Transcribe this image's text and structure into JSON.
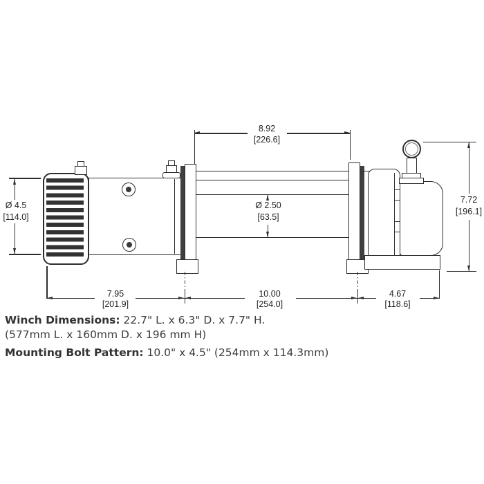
{
  "colors": {
    "background": "#ffffff",
    "line_art": "#2d2d2d",
    "dimension_text": "#222222",
    "note_text": "#3d3d3d"
  },
  "dims": {
    "drum_width": {
      "in": "8.92",
      "mm": "[226.6]"
    },
    "motor_diameter": {
      "in": "Ø 4.5",
      "mm": "[114.0]"
    },
    "drum_diameter": {
      "in": "Ø 2.50",
      "mm": "[63.5]"
    },
    "overall_height": {
      "in": "7.72",
      "mm": "[196.1]"
    },
    "motor_length": {
      "in": "7.95",
      "mm": "[201.9]"
    },
    "bolt_spacing": {
      "in": "10.00",
      "mm": "[254.0]"
    },
    "gear_length": {
      "in": "4.67",
      "mm": "[118.6]"
    }
  },
  "notes": {
    "winch_dims_label": "Winch Dimensions:",
    "winch_dims_imperial": " 22.7\" L. x 6.3\" D. x 7.7\" H.",
    "winch_dims_metric": "(577mm L. x 160mm D. x 196 mm H)",
    "bolt_pattern_label": "Mounting Bolt Pattern:",
    "bolt_pattern_value": " 10.0\" x 4.5\" (254mm x 114.3mm)"
  }
}
